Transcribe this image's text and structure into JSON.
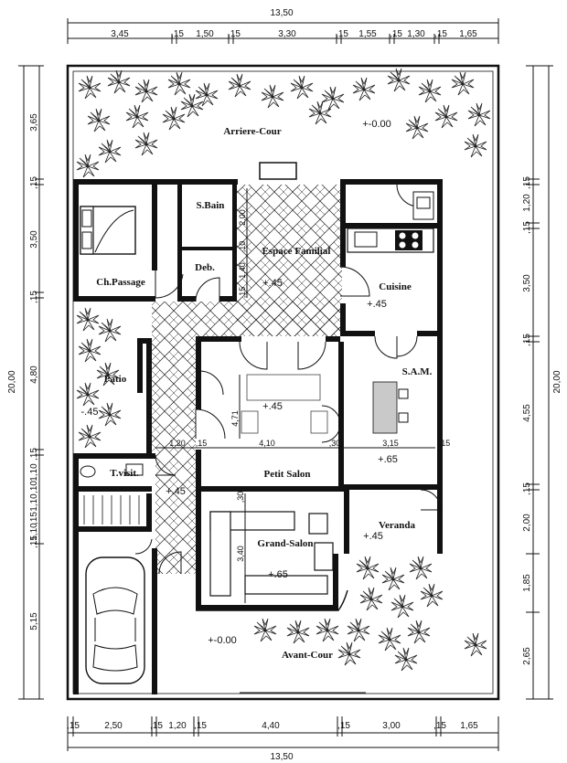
{
  "dimensions": {
    "top_total": "13,50",
    "top": [
      "3,45",
      ",15",
      "1,50",
      ",15",
      "3,30",
      ",15",
      "1,55",
      ",15",
      "1,30",
      ",15",
      "1,65"
    ],
    "bottom_total": "13,50",
    "bottom": [
      ",15",
      "2,50",
      ",15",
      "1,20",
      ",15",
      "4,40",
      ",15",
      "3,00",
      ",15",
      "1,65"
    ],
    "left_total": "20,00",
    "left": [
      "3,65",
      ",15",
      "3,50",
      ",15",
      "4,80",
      ",15",
      "1,10",
      ",10",
      "1,10",
      ",15",
      "1,10",
      ",15",
      "5,15"
    ],
    "right_total": "20,00",
    "right": [
      ",15",
      "1,20",
      ",15",
      "3,50",
      ",15",
      "4,55",
      ",15",
      "2,00",
      "1,85",
      "2,65"
    ]
  },
  "rooms": {
    "arriere_cour": "Arriere-Cour",
    "ch_passage": "Ch.Passage",
    "s_bain": "S.Bain",
    "deb": "Deb.",
    "espace_familial": "Espace Familial",
    "cuisine": "Cuisine",
    "patio": "Patio",
    "sam": "S.A.M.",
    "t_visit": "T.visit.",
    "petit_salon": "Petit Salon",
    "veranda": "Veranda",
    "grand_salon": "Grand-Salon",
    "avant_cour": "Avant-Cour"
  },
  "levels": {
    "arriere_cour": "+-0.00",
    "espace_familial": "+.45",
    "cuisine": "+.45",
    "patio": "-.45",
    "hall": "+.45",
    "petit_salon": "+.65",
    "t_visit": "+.45",
    "veranda": "+.45",
    "grand_salon": "+.65",
    "avant_cour": "+-0.00"
  },
  "inner_dims": {
    "bain_h": "2,00",
    "deb_h": ",10",
    "fam_a": "1,40",
    "fam_b": ",15",
    "hall_h": "4,71",
    "row_a": "1,20",
    "row_b": ",15",
    "row_c": "4,10",
    "row_d": ",30",
    "row_e": "3,15",
    "row_f": ",15",
    "salon_a": ",30",
    "salon_b": "3,40"
  }
}
